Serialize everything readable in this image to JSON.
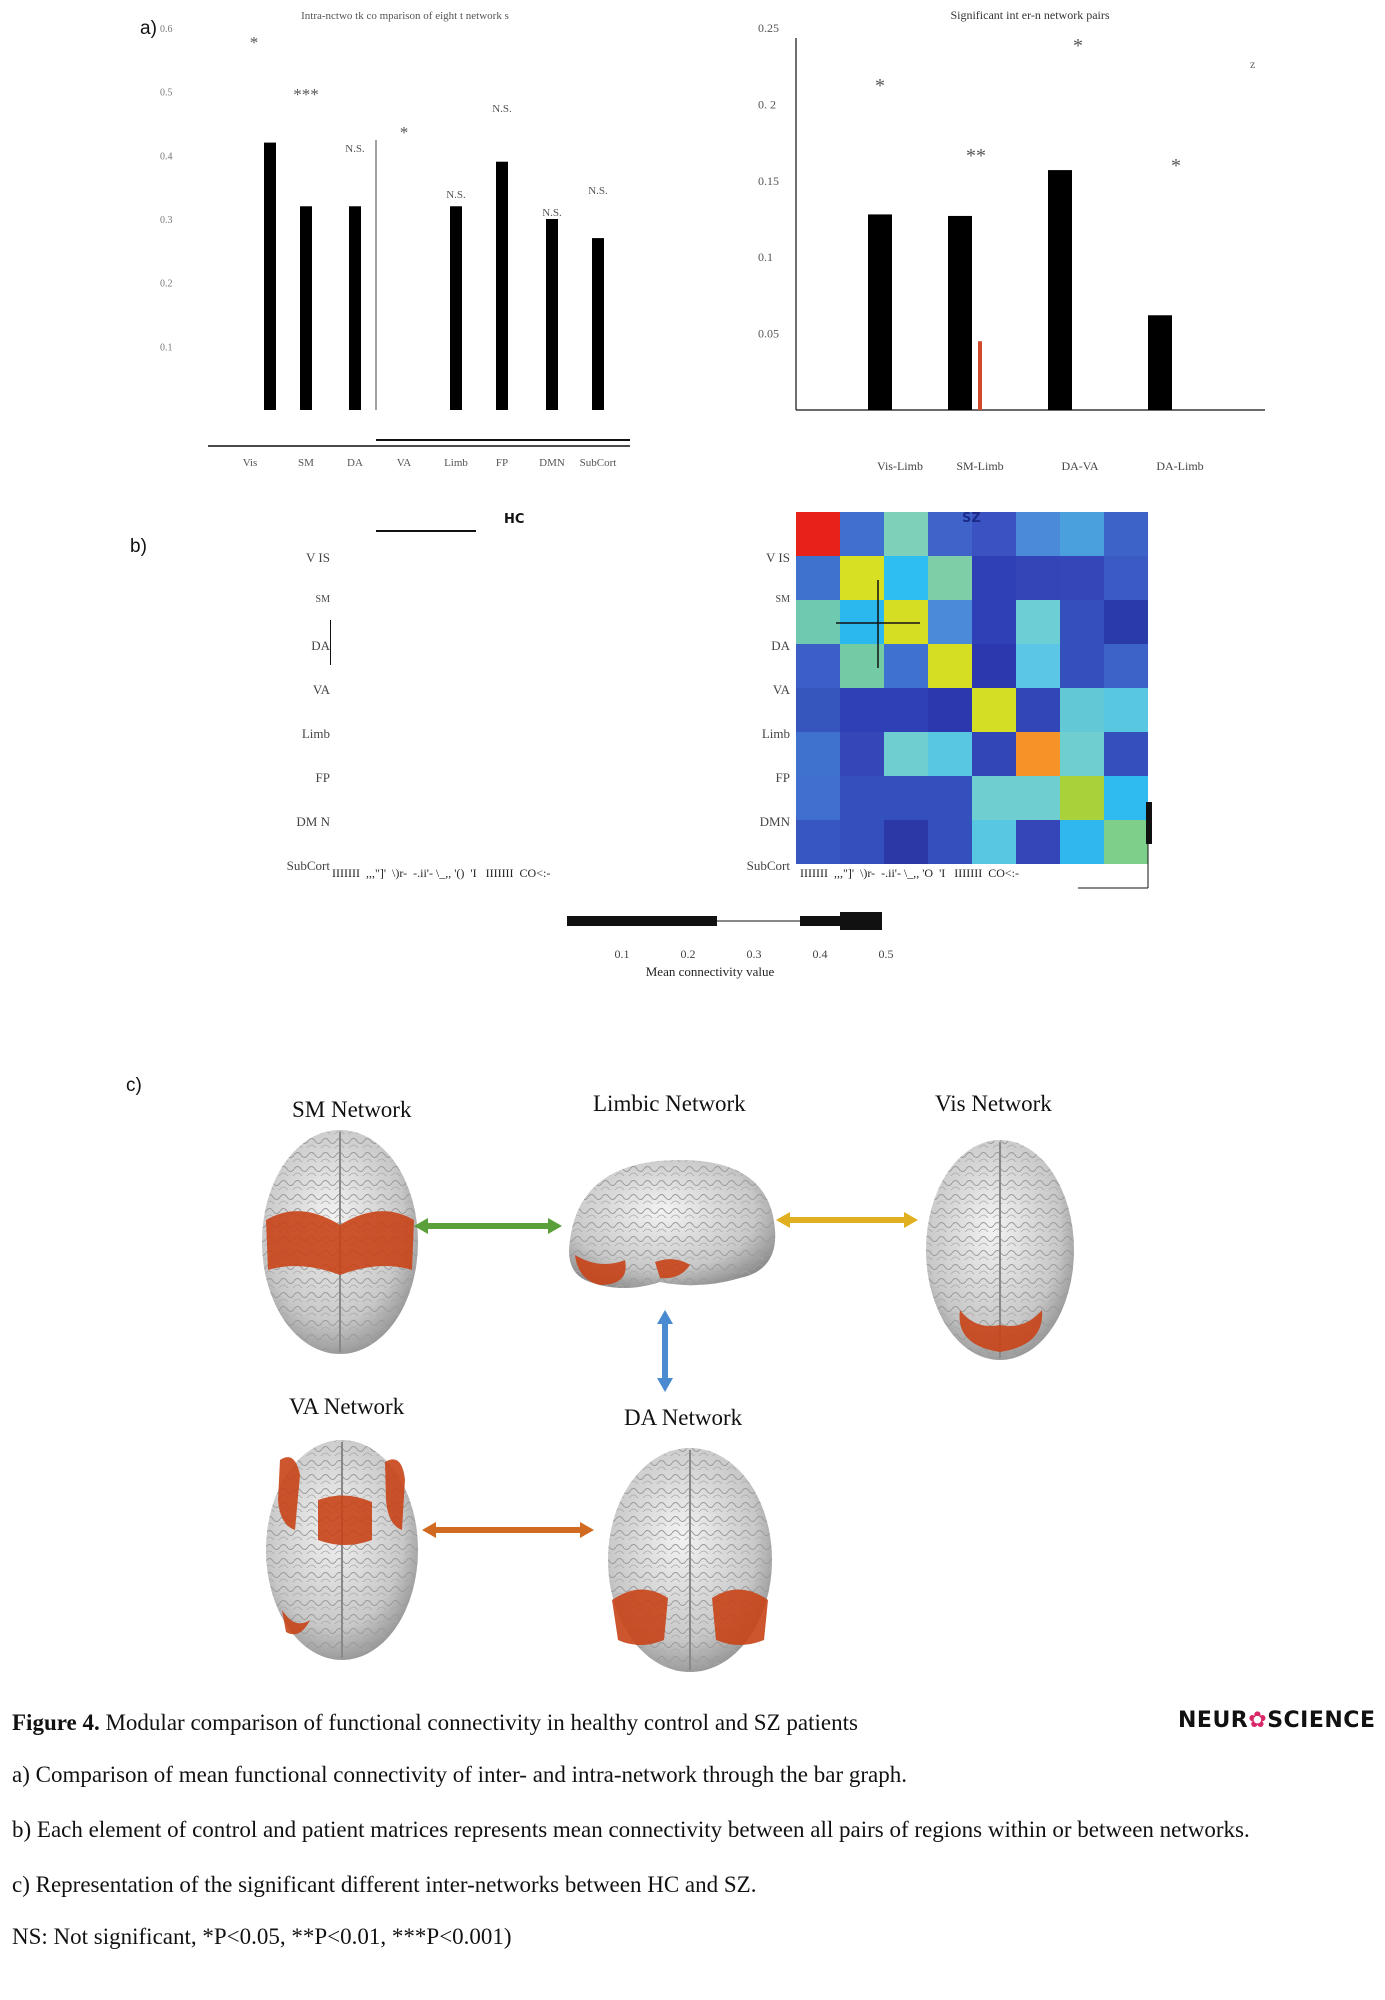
{
  "panels": {
    "a": "a)",
    "b": "b)",
    "c": "c)"
  },
  "chart_left": {
    "title": "Intra-nctwo tk co mparison of eight t network s",
    "y_ticks": [
      "0.6",
      "0.5",
      "0.4",
      "0.3",
      "0.2",
      "0.1"
    ],
    "categories": [
      "Vis",
      "SM",
      "DA",
      "VA",
      "Limb",
      "FP",
      "DMN",
      "SubCort"
    ],
    "stars": [
      "*",
      "***",
      "N.S.",
      "*",
      "N.S.",
      "N.S.",
      "N.S.",
      "N.S."
    ]
  },
  "chart_right": {
    "title": "Significant int er-n network pairs",
    "y_ticks": [
      "0.25",
      "0. 2",
      "0.15",
      "0.1",
      "0.05"
    ],
    "categories": [
      "Vis-Limb",
      "SM-Limb",
      "DA-VA",
      "DA-Limb"
    ],
    "stars": [
      "*",
      "**",
      "*",
      "*"
    ],
    "legend_mark": "z"
  },
  "chart_data": [
    {
      "type": "bar",
      "title": "Intra-nctwo tk co mparison of eight t network s",
      "categories": [
        "Vis",
        "SM",
        "DA",
        "VA",
        "Limb",
        "FP",
        "DMN",
        "SubCort"
      ],
      "series": [
        {
          "values": [
            0.42,
            0.32,
            0.32,
            0.0,
            0.32,
            0.39,
            0.3,
            0.27
          ]
        }
      ],
      "ylim": [
        0,
        0.6
      ]
    },
    {
      "type": "bar",
      "title": "Significant int er-n network pairs",
      "categories": [
        "Vis-Limb",
        "SM-Limb",
        "DA-VA",
        "DA-Limb"
      ],
      "series": [
        {
          "values": [
            0.128,
            0.127,
            0.157,
            0.062
          ]
        },
        {
          "values": [
            0.0,
            0.045,
            0.0,
            0.0
          ]
        }
      ],
      "ylim": [
        0,
        0.25
      ]
    }
  ],
  "matrix": {
    "hc_title": "HC",
    "sz_title": "SZ",
    "row_labels": [
      "V IS",
      "SM",
      "DA",
      "VA",
      "Limb",
      "FP",
      "DM N",
      "SubCort"
    ],
    "row_labels_sz": [
      "V IS",
      "SM",
      "DA",
      "VA",
      "Limb",
      "FP",
      "DMN",
      "SubCort"
    ],
    "garbled_cols": "IIIIIII  ,,,\"]'  \\)r-  -.ii'- \\_,, '()  'I   IIIIIII  CO<:-",
    "garbled_cols_sz": "IIIIIII  ,,,\"]'  \\)r-  -.ii'- \\_,, 'O  'I   IIIIIII  CO<:-",
    "colorbar_ticks": [
      "0.1",
      "0.2",
      "0.3",
      "0.4",
      "0.5"
    ],
    "colorbar_label": "Mean connectivity value",
    "cells": [
      [
        "#e8221b",
        "#3f6fcf",
        "#7fd0b8",
        "#3f63c9",
        "#3a52c2",
        "#4a8ad8",
        "#4aa0dc",
        "#3d63c8"
      ],
      [
        "#3f72cf",
        "#d8e023",
        "#2fbef0",
        "#7ecfa8",
        "#2f3fb5",
        "#3445b7",
        "#3446b8",
        "#3b5ac4"
      ],
      [
        "#6fc8b0",
        "#2ab8ee",
        "#d5de22",
        "#4a8ad8",
        "#2f3fb5",
        "#6ccfd6",
        "#3450bc",
        "#2a3aa8"
      ],
      [
        "#3b5fc6",
        "#72cba2",
        "#3f72d0",
        "#d6de23",
        "#2c38ad",
        "#5bc6e6",
        "#3450bc",
        "#3d63c8"
      ],
      [
        "#3656be",
        "#2f3fb5",
        "#2f3fb5",
        "#2c38ad",
        "#d4de24",
        "#3346b8",
        "#62c8d6",
        "#58c7e2"
      ],
      [
        "#3f72cf",
        "#3446b8",
        "#6fcfd0",
        "#58c7e2",
        "#3346b8",
        "#f59228",
        "#6fcfd0",
        "#3450bc"
      ],
      [
        "#3f6fcf",
        "#3450bc",
        "#3450bc",
        "#3450bc",
        "#6fcfd0",
        "#6fcfd0",
        "#a9d23a",
        "#2fbaf0"
      ],
      [
        "#3856bf",
        "#3450bc",
        "#2c38a6",
        "#3450bc",
        "#58c7e2",
        "#3446b8",
        "#30b8ee",
        "#7dcf8a"
      ]
    ]
  },
  "networks": {
    "sm": "SM Network",
    "limbic": "Limbic Network",
    "vis": "Vis Network",
    "va": "VA Network",
    "da": "DA Network"
  },
  "caption": {
    "figure_label": "Figure 4.",
    "figure_text": " Modular comparison of functional connectivity in healthy control and SZ patients",
    "line_a": "a) Comparison of mean functional connectivity of inter- and intra-network through the bar graph.",
    "line_b": "b) Each element of control and patient matrices represents mean connectivity between all pairs of regions within or between networks.",
    "line_c": "c) Representation of the significant different inter-networks between HC and SZ.",
    "line_ns": "NS: Not significant, *P<0.05, **P<0.01, ***P<0.001)"
  },
  "logo": {
    "left": "NEUR",
    "right": "SCIENCE"
  },
  "colors": {
    "bar": "#000000",
    "bar_red": "#d04a2a",
    "arrow_green": "#5aa03a",
    "arrow_yellow": "#e0b020",
    "arrow_blue": "#4a8ad0",
    "arrow_orange": "#d06a20",
    "activation": "#c84418",
    "logo_accent": "#d8286a"
  }
}
